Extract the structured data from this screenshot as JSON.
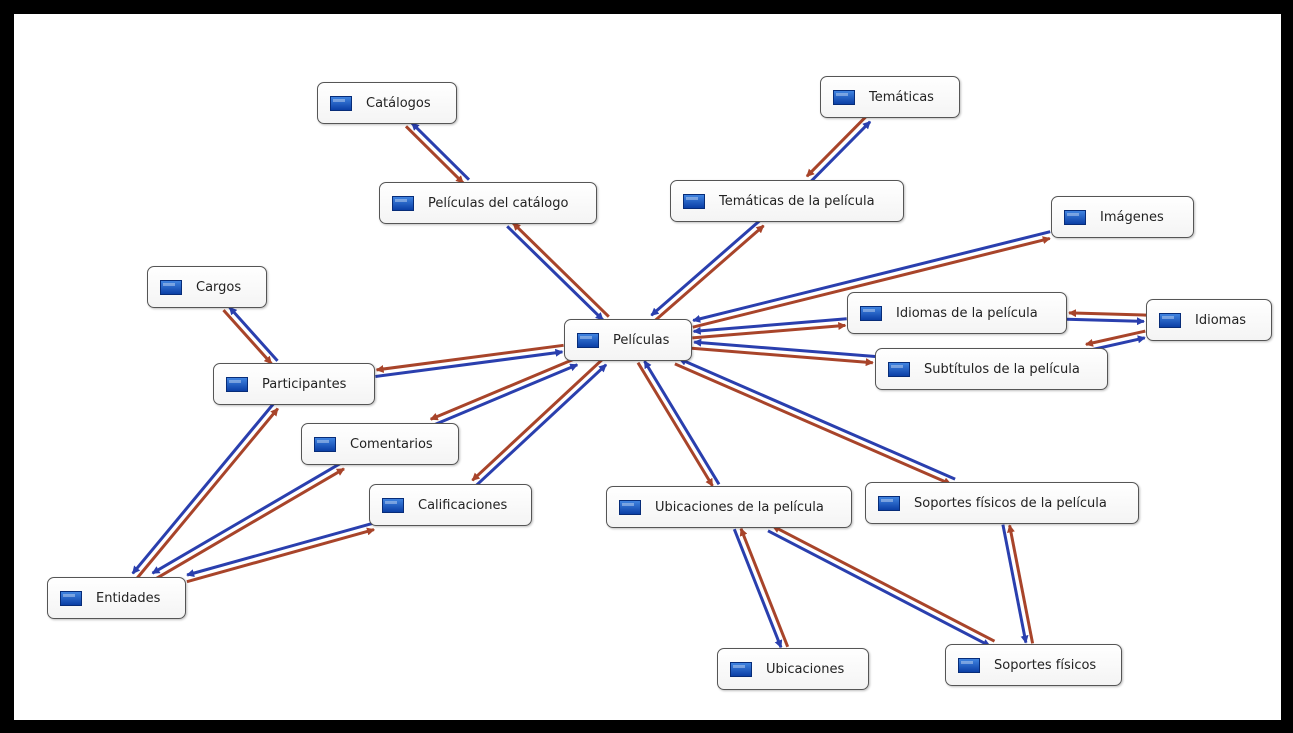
{
  "colors": {
    "blue_arrow": "#2a3fae",
    "red_arrow": "#a8442a",
    "icon": "#1250c0"
  },
  "nodes": {
    "peliculas": {
      "label": "Películas",
      "icon": "table-icon"
    },
    "catalogos": {
      "label": "Catálogos",
      "icon": "table-icon"
    },
    "peliculas_catalogo": {
      "label": "Películas del catálogo",
      "icon": "table-icon"
    },
    "tematicas": {
      "label": "Temáticas",
      "icon": "table-icon"
    },
    "tematicas_pelicula": {
      "label": "Temáticas de la película",
      "icon": "table-icon"
    },
    "imagenes": {
      "label": "Imágenes",
      "icon": "table-icon"
    },
    "idiomas_pelicula": {
      "label": "Idiomas de la película",
      "icon": "table-icon"
    },
    "idiomas": {
      "label": "Idiomas",
      "icon": "table-icon"
    },
    "subtitulos_pelicula": {
      "label": "Subtítulos de la película",
      "icon": "table-icon"
    },
    "cargos": {
      "label": "Cargos",
      "icon": "table-icon"
    },
    "participantes": {
      "label": "Participantes",
      "icon": "table-icon"
    },
    "comentarios": {
      "label": "Comentarios",
      "icon": "table-icon"
    },
    "calificaciones": {
      "label": "Calificaciones",
      "icon": "table-icon"
    },
    "entidades": {
      "label": "Entidades",
      "icon": "table-icon"
    },
    "ubicaciones_pelicula": {
      "label": "Ubicaciones de la película",
      "icon": "table-icon"
    },
    "ubicaciones": {
      "label": "Ubicaciones",
      "icon": "table-icon"
    },
    "soportes_pelicula": {
      "label": "Soportes físicos de la película",
      "icon": "table-icon"
    },
    "soportes": {
      "label": "Soportes físicos",
      "icon": "table-icon"
    }
  },
  "relations": [
    {
      "from": "peliculas_catalogo",
      "to": "catalogos",
      "color": "blue"
    },
    {
      "from": "catalogos",
      "to": "peliculas_catalogo",
      "color": "red"
    },
    {
      "from": "peliculas_catalogo",
      "to": "peliculas",
      "color": "blue"
    },
    {
      "from": "peliculas",
      "to": "peliculas_catalogo",
      "color": "red"
    },
    {
      "from": "tematicas_pelicula",
      "to": "tematicas",
      "color": "blue"
    },
    {
      "from": "tematicas",
      "to": "tematicas_pelicula",
      "color": "red"
    },
    {
      "from": "tematicas_pelicula",
      "to": "peliculas",
      "color": "blue"
    },
    {
      "from": "peliculas",
      "to": "tematicas_pelicula",
      "color": "red"
    },
    {
      "from": "peliculas",
      "to": "imagenes",
      "color": "red"
    },
    {
      "from": "imagenes",
      "to": "peliculas",
      "color": "blue"
    },
    {
      "from": "peliculas",
      "to": "idiomas_pelicula",
      "color": "red"
    },
    {
      "from": "idiomas_pelicula",
      "to": "peliculas",
      "color": "blue"
    },
    {
      "from": "idiomas_pelicula",
      "to": "idiomas",
      "color": "blue"
    },
    {
      "from": "idiomas",
      "to": "idiomas_pelicula",
      "color": "red"
    },
    {
      "from": "peliculas",
      "to": "subtitulos_pelicula",
      "color": "red"
    },
    {
      "from": "subtitulos_pelicula",
      "to": "peliculas",
      "color": "blue"
    },
    {
      "from": "subtitulos_pelicula",
      "to": "idiomas",
      "color": "blue"
    },
    {
      "from": "idiomas",
      "to": "subtitulos_pelicula",
      "color": "red"
    },
    {
      "from": "participantes",
      "to": "cargos",
      "color": "blue"
    },
    {
      "from": "cargos",
      "to": "participantes",
      "color": "red"
    },
    {
      "from": "participantes",
      "to": "peliculas",
      "color": "blue"
    },
    {
      "from": "peliculas",
      "to": "participantes",
      "color": "red"
    },
    {
      "from": "comentarios",
      "to": "peliculas",
      "color": "blue"
    },
    {
      "from": "peliculas",
      "to": "comentarios",
      "color": "red"
    },
    {
      "from": "calificaciones",
      "to": "peliculas",
      "color": "blue"
    },
    {
      "from": "peliculas",
      "to": "calificaciones",
      "color": "red"
    },
    {
      "from": "entidades",
      "to": "participantes",
      "color": "red"
    },
    {
      "from": "participantes",
      "to": "entidades",
      "color": "blue"
    },
    {
      "from": "entidades",
      "to": "comentarios",
      "color": "red"
    },
    {
      "from": "comentarios",
      "to": "entidades",
      "color": "blue"
    },
    {
      "from": "entidades",
      "to": "calificaciones",
      "color": "red"
    },
    {
      "from": "calificaciones",
      "to": "entidades",
      "color": "blue"
    },
    {
      "from": "ubicaciones_pelicula",
      "to": "peliculas",
      "color": "blue"
    },
    {
      "from": "peliculas",
      "to": "ubicaciones_pelicula",
      "color": "red"
    },
    {
      "from": "ubicaciones_pelicula",
      "to": "ubicaciones",
      "color": "blue"
    },
    {
      "from": "ubicaciones",
      "to": "ubicaciones_pelicula",
      "color": "red"
    },
    {
      "from": "ubicaciones_pelicula",
      "to": "soportes",
      "color": "blue"
    },
    {
      "from": "soportes",
      "to": "ubicaciones_pelicula",
      "color": "red"
    },
    {
      "from": "soportes_pelicula",
      "to": "peliculas",
      "color": "blue"
    },
    {
      "from": "peliculas",
      "to": "soportes_pelicula",
      "color": "red"
    },
    {
      "from": "soportes_pelicula",
      "to": "soportes",
      "color": "blue"
    },
    {
      "from": "soportes",
      "to": "soportes_pelicula",
      "color": "red"
    }
  ]
}
